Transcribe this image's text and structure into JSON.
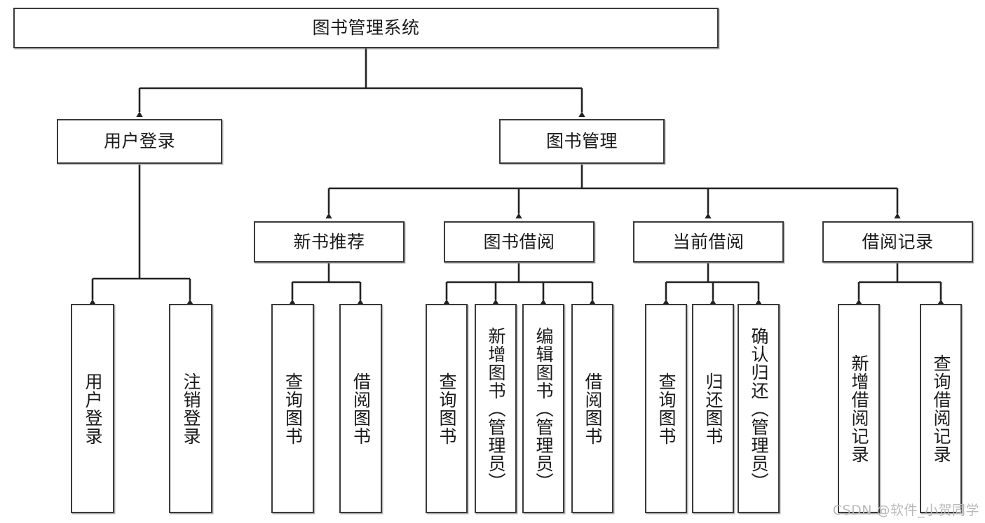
{
  "diagram": {
    "title": "图书管理系统",
    "type": "tree",
    "watermark": "CSDN @软件_小贺同学",
    "colors": {
      "box_border": "#3a3a3a",
      "box_fill": "#ffffff",
      "connector": "#222222",
      "watermark": "#b9b9b9"
    },
    "nodes": {
      "root": {
        "id": "root",
        "label": "图书管理系统",
        "level": 1,
        "orientation": "horizontal"
      },
      "l2": [
        {
          "id": "user-login",
          "label": "用户登录",
          "level": 2,
          "orientation": "horizontal"
        },
        {
          "id": "book-manage",
          "label": "图书管理",
          "level": 2,
          "orientation": "horizontal"
        }
      ],
      "l3": [
        {
          "id": "new-book-recommend",
          "label": "新书推荐",
          "level": 3,
          "orientation": "horizontal",
          "parent": "book-manage"
        },
        {
          "id": "book-borrow",
          "label": "图书借阅",
          "level": 3,
          "orientation": "horizontal",
          "parent": "book-manage"
        },
        {
          "id": "current-borrow",
          "label": "当前借阅",
          "level": 3,
          "orientation": "horizontal",
          "parent": "book-manage"
        },
        {
          "id": "borrow-record",
          "label": "借阅记录",
          "level": 3,
          "orientation": "horizontal",
          "parent": "book-manage"
        }
      ],
      "leaves": [
        {
          "id": "leaf-user-login",
          "label": "用户登录",
          "parent": "user-login",
          "orientation": "vertical"
        },
        {
          "id": "leaf-logout-login",
          "label": "注销登录",
          "parent": "user-login",
          "orientation": "vertical"
        },
        {
          "id": "leaf-query-book-1",
          "label": "查询图书",
          "parent": "new-book-recommend",
          "orientation": "vertical"
        },
        {
          "id": "leaf-borrow-book-1",
          "label": "借阅图书",
          "parent": "new-book-recommend",
          "orientation": "vertical"
        },
        {
          "id": "leaf-query-book-2",
          "label": "查询图书",
          "parent": "book-borrow",
          "orientation": "vertical"
        },
        {
          "id": "leaf-add-book-admin",
          "label": "新增图书（管理员）",
          "parent": "book-borrow",
          "orientation": "vertical"
        },
        {
          "id": "leaf-edit-book-admin",
          "label": "编辑图书（管理员）",
          "parent": "book-borrow",
          "orientation": "vertical"
        },
        {
          "id": "leaf-borrow-book-2",
          "label": "借阅图书",
          "parent": "book-borrow",
          "orientation": "vertical"
        },
        {
          "id": "leaf-query-book-3",
          "label": "查询图书",
          "parent": "current-borrow",
          "orientation": "vertical"
        },
        {
          "id": "leaf-return-book",
          "label": "归还图书",
          "parent": "current-borrow",
          "orientation": "vertical"
        },
        {
          "id": "leaf-confirm-return-admin",
          "label": "确认归还（管理员）",
          "parent": "current-borrow",
          "orientation": "vertical"
        },
        {
          "id": "leaf-add-borrow-record",
          "label": "新增借阅记录",
          "parent": "borrow-record",
          "orientation": "vertical"
        },
        {
          "id": "leaf-query-borrow-record",
          "label": "查询借阅记录",
          "parent": "borrow-record",
          "orientation": "vertical"
        }
      ]
    }
  }
}
